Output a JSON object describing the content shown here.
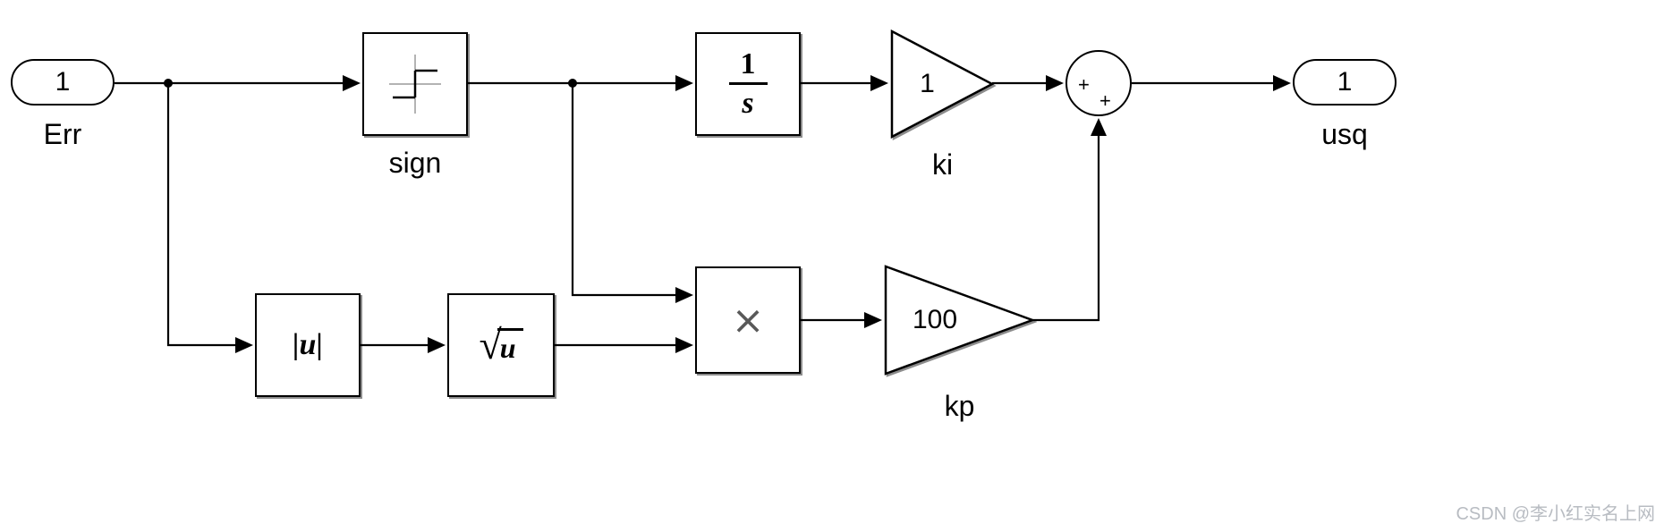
{
  "watermark": "CSDN @李小红实名上网",
  "diagram": {
    "inport": {
      "value": "1",
      "label": "Err"
    },
    "sign": {
      "label": "sign"
    },
    "integrator": {
      "numerator": "1",
      "denominator": "s"
    },
    "gain_ki": {
      "value": "1",
      "label": "ki"
    },
    "sum": {
      "plus_left": "+",
      "plus_bottom": "+"
    },
    "outport": {
      "value": "1",
      "label": "usq"
    },
    "abs": {
      "text": "|u|"
    },
    "sqrt": {
      "radical": "√",
      "operand": "u"
    },
    "product": {
      "symbol": "×"
    },
    "gain_kp": {
      "value": "100",
      "label": "kp"
    }
  }
}
